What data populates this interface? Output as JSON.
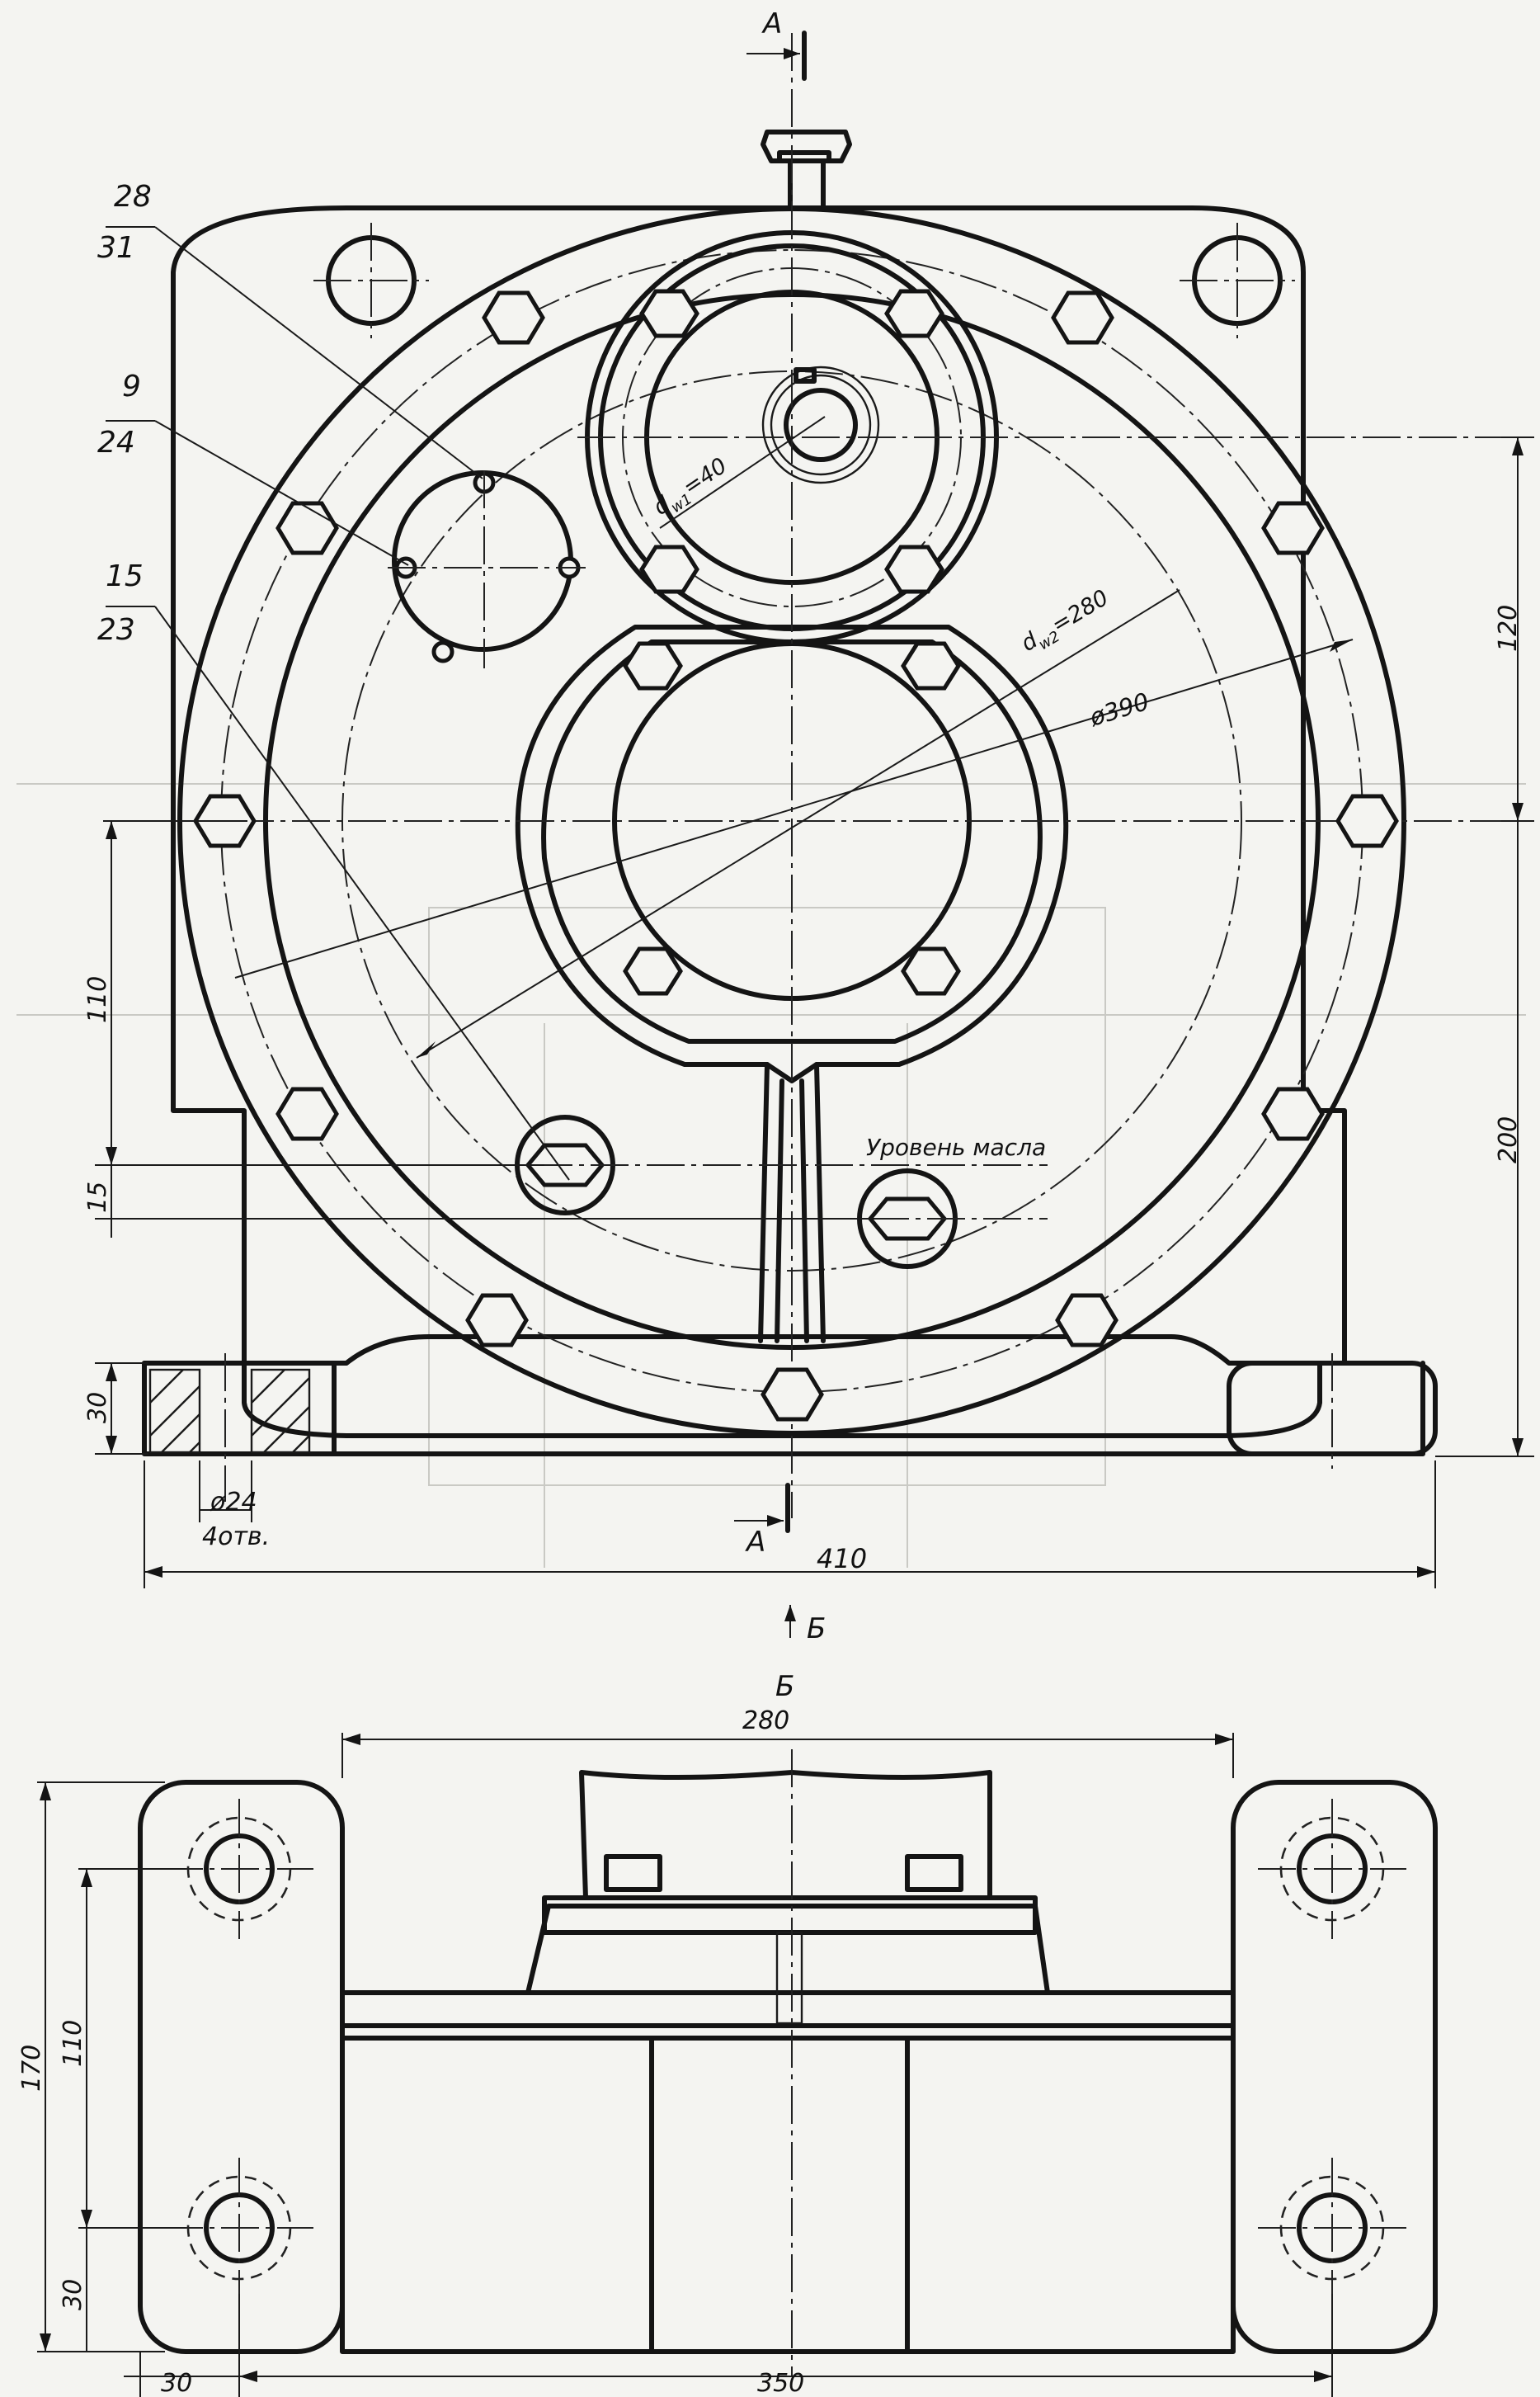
{
  "section_marks": {
    "a_top": "А",
    "a_bottom": "А",
    "b_arrow": "Б",
    "b_view": "Б"
  },
  "callouts": [
    {
      "top": "28",
      "bottom": "31"
    },
    {
      "top": "9",
      "bottom": "24"
    },
    {
      "top": "15",
      "bottom": "23"
    }
  ],
  "front_view": {
    "dw1": "d",
    "dw1_sub": "w1",
    "dw1_val": "=40",
    "dw2": "d",
    "dw2_sub": "w2",
    "dw2_val": "=280",
    "dia_390": "ø390",
    "oil_level": "Уровень масла",
    "dim_120": "120",
    "dim_200": "200",
    "dim_110": "110",
    "dim_15": "15",
    "dim_30": "30",
    "dim_24": "ø24",
    "holes": "4отв.",
    "dim_410": "410"
  },
  "bottom_view": {
    "dim_280": "280",
    "dim_170": "170",
    "dim_110": "110",
    "dim_30_v": "30",
    "dim_30_h": "30",
    "dim_350": "350"
  },
  "colors": {
    "line": "#141414",
    "paper": "#f4f4f1",
    "ghost": "#c9c9c4"
  }
}
